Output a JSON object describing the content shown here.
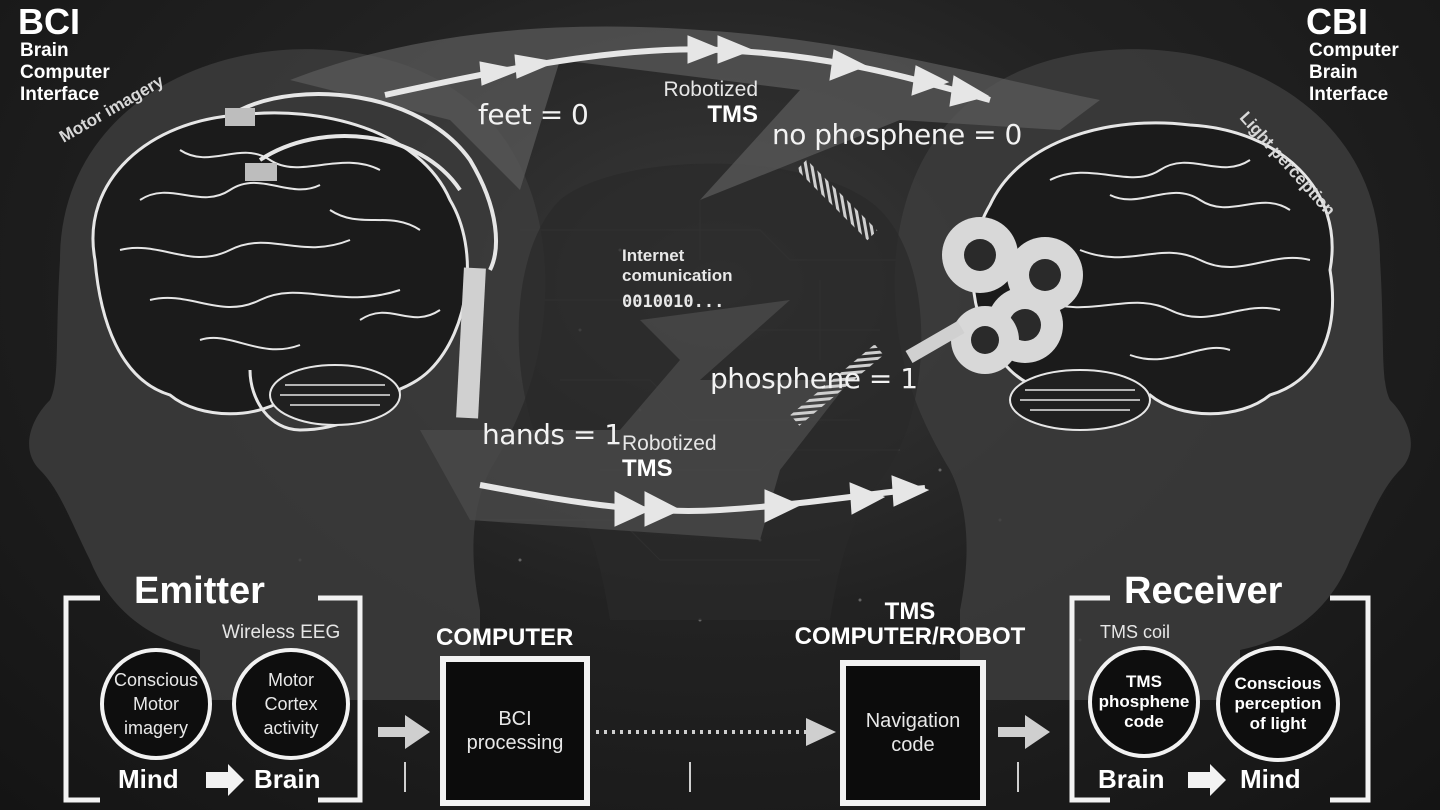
{
  "bci": {
    "abbr": "BCI",
    "line1": "Brain",
    "line2": "Computer",
    "line3": "Interface",
    "arc_label": "Motor imagery"
  },
  "cbi": {
    "abbr": "CBI",
    "line1": "Computer",
    "line2": "Brain",
    "line3": "Interface",
    "arc_label": "Light perception"
  },
  "flow": {
    "top_left": "feet = 0",
    "top_robot_line1": "Robotized",
    "top_robot_line2": "TMS",
    "top_right": "no phosphene = 0",
    "internet_line1": "Internet",
    "internet_line2": "comunication",
    "internet_bits": "0010010...",
    "bottom_right": "phosphene = 1",
    "bottom_left": "hands = 1",
    "bottom_robot_line1": "Robotized",
    "bottom_robot_line2": "TMS"
  },
  "emitter": {
    "title": "Emitter",
    "device": "Wireless EEG",
    "circle1": [
      "Conscious",
      "Motor",
      "imagery"
    ],
    "circle2": [
      "Motor",
      "Cortex",
      "activity"
    ],
    "from": "Mind",
    "to": "Brain"
  },
  "computer": {
    "title": "COMPUTER",
    "box_line1": "BCI",
    "box_line2": "processing"
  },
  "tms": {
    "title_line1": "TMS",
    "title_line2": "COMPUTER/ROBOT",
    "box_line1": "Navigation",
    "box_line2": "code"
  },
  "receiver": {
    "title": "Receiver",
    "device": "TMS coil",
    "circle1": [
      "TMS",
      "phosphene",
      "code"
    ],
    "circle2": [
      "Conscious",
      "perception",
      "of light"
    ],
    "from": "Brain",
    "to": "Mind"
  },
  "icons": [
    "brain-icon",
    "head-silhouette-icon",
    "eeg-electrode-icon",
    "tms-coil-icon",
    "arrow-right-icon"
  ],
  "colors": {
    "background": "#1a1a1a",
    "line": "#f2f2f2",
    "box_fill": "#0c0c0c"
  }
}
